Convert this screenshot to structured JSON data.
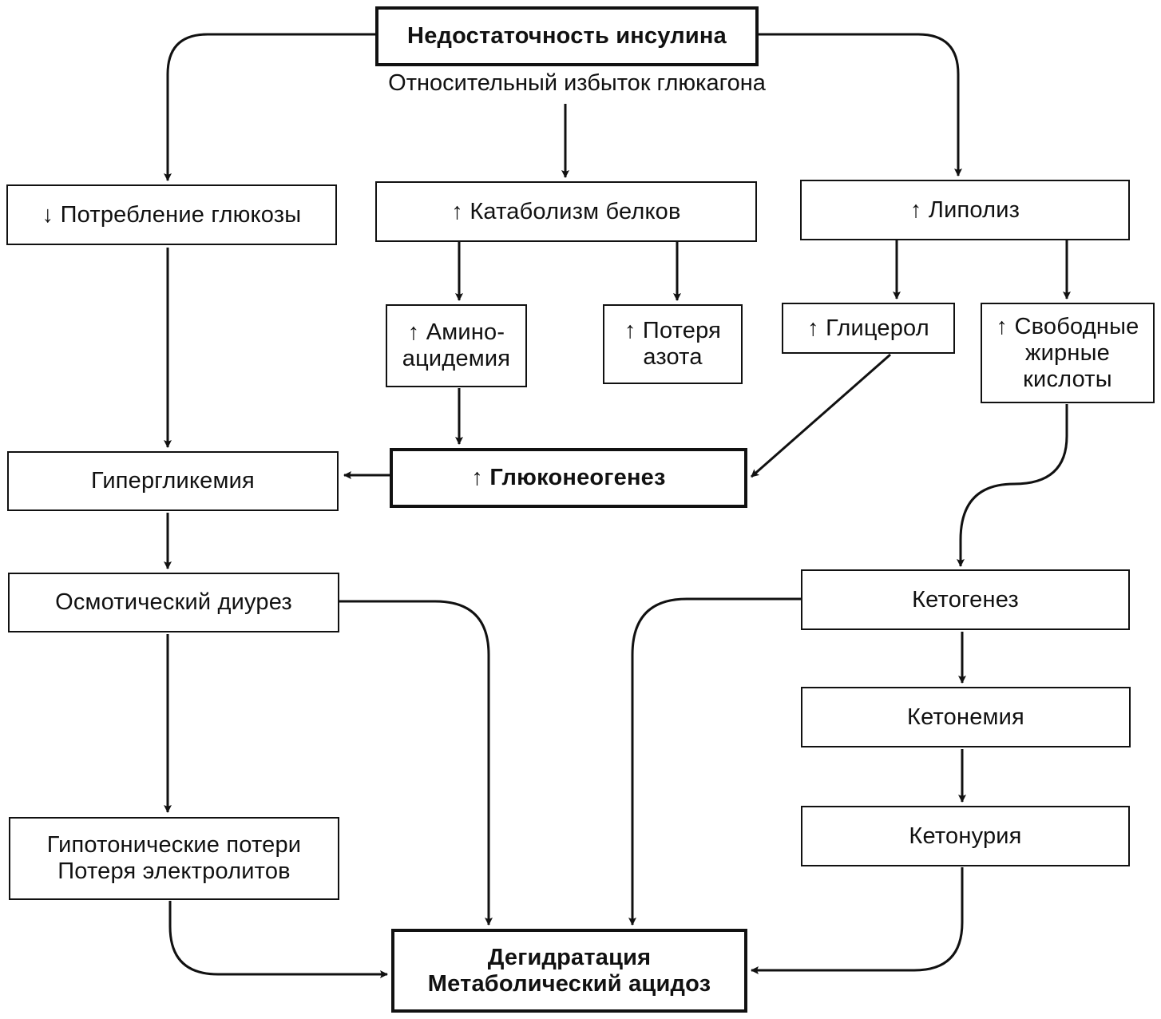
{
  "nodes": {
    "insulin_deficiency": [
      "Недостаточность инсулина"
    ],
    "glucagon_excess": "Относительный избыток глюкагона",
    "glucose_use": [
      "↓ Потребление глюкозы"
    ],
    "protein_catabolism": [
      "↑ Катаболизм белков"
    ],
    "lipolysis": [
      "↑ Липолиз"
    ],
    "aminoacidemia": [
      "↑ Амино-",
      "ацидемия"
    ],
    "nitrogen_loss": [
      "↑ Потеря",
      "азота"
    ],
    "glycerol": [
      "↑ Глицерол"
    ],
    "free_fatty_acids": [
      "↑ Свободные",
      "жирные",
      "кислоты"
    ],
    "hyperglycemia": [
      "Гипергликемия"
    ],
    "gluconeogenesis": [
      "↑ Глюконеогенез"
    ],
    "osmotic_diuresis": [
      "Осмотический диурез"
    ],
    "ketogenesis": [
      "Кетогенез"
    ],
    "ketonemia": [
      "Кетонемия"
    ],
    "hypotonic_losses": [
      "Гипотонические потери",
      "Потеря электролитов"
    ],
    "ketonuria": [
      "Кетонурия"
    ],
    "dehydration_acidosis": [
      "Дегидратация",
      "Метаболический ацидоз"
    ]
  },
  "colors": {
    "ink": "#111111",
    "background": "#ffffff"
  }
}
